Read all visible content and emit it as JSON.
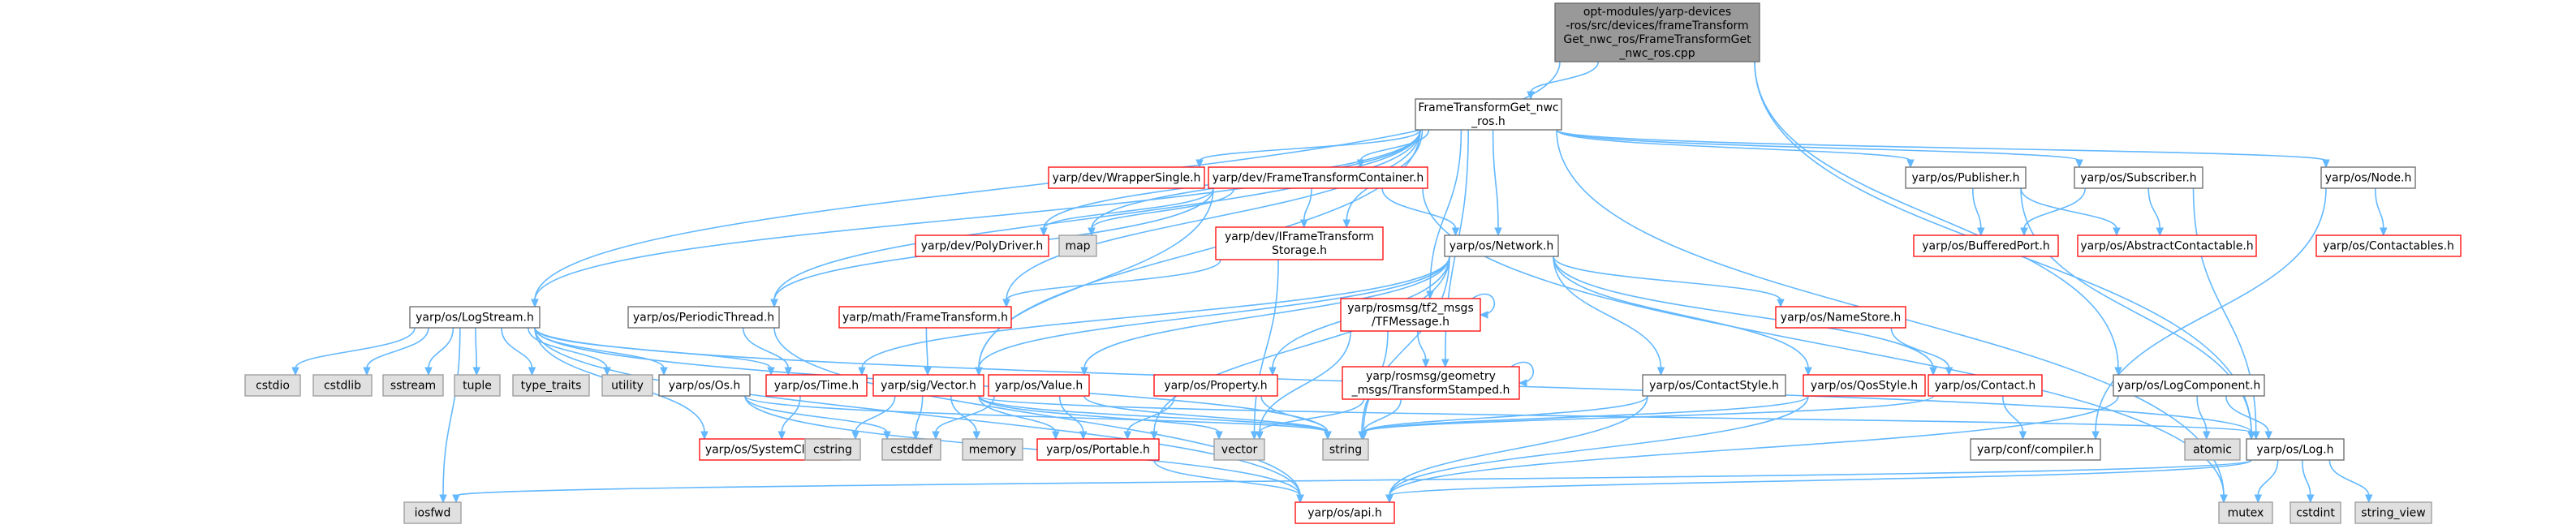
{
  "graph": {
    "nodes": [
      {
        "id": "root",
        "lines": [
          "opt-modules/yarp-devices",
          "-ros/src/devices/frameTransform",
          "Get_nwc_ros/FrameTransformGet",
          "_nwc_ros.cpp"
        ],
        "style": "root"
      },
      {
        "id": "ftget_h",
        "lines": [
          "FrameTransformGet_nwc",
          "_ros.h"
        ],
        "style": "white"
      },
      {
        "id": "wrappersingle",
        "lines": [
          "yarp/dev/WrapperSingle.h"
        ],
        "style": "red"
      },
      {
        "id": "ftcontainer",
        "lines": [
          "yarp/dev/FrameTransformContainer.h"
        ],
        "style": "red"
      },
      {
        "id": "publisher",
        "lines": [
          "yarp/os/Publisher.h"
        ],
        "style": "white"
      },
      {
        "id": "subscriber",
        "lines": [
          "yarp/os/Subscriber.h"
        ],
        "style": "white"
      },
      {
        "id": "node",
        "lines": [
          "yarp/os/Node.h"
        ],
        "style": "white"
      },
      {
        "id": "polydriver",
        "lines": [
          "yarp/dev/PolyDriver.h"
        ],
        "style": "red"
      },
      {
        "id": "map",
        "lines": [
          "map"
        ],
        "style": "gray"
      },
      {
        "id": "iftstorage",
        "lines": [
          "yarp/dev/IFrameTransform",
          "Storage.h"
        ],
        "style": "red"
      },
      {
        "id": "network",
        "lines": [
          "yarp/os/Network.h"
        ],
        "style": "white"
      },
      {
        "id": "bufferedport",
        "lines": [
          "yarp/os/BufferedPort.h"
        ],
        "style": "red"
      },
      {
        "id": "abstractcontactable",
        "lines": [
          "yarp/os/AbstractContactable.h"
        ],
        "style": "red"
      },
      {
        "id": "contactables",
        "lines": [
          "yarp/os/Contactables.h"
        ],
        "style": "red"
      },
      {
        "id": "logstream",
        "lines": [
          "yarp/os/LogStream.h"
        ],
        "style": "white"
      },
      {
        "id": "periodicthread",
        "lines": [
          "yarp/os/PeriodicThread.h"
        ],
        "style": "white"
      },
      {
        "id": "mathft",
        "lines": [
          "yarp/math/FrameTransform.h"
        ],
        "style": "red"
      },
      {
        "id": "tfmessage",
        "lines": [
          "yarp/rosmsg/tf2_msgs",
          "/TFMessage.h"
        ],
        "style": "red"
      },
      {
        "id": "namestore",
        "lines": [
          "yarp/os/NameStore.h"
        ],
        "style": "red"
      },
      {
        "id": "cstdio",
        "lines": [
          "cstdio"
        ],
        "style": "gray"
      },
      {
        "id": "cstdlib",
        "lines": [
          "cstdlib"
        ],
        "style": "gray"
      },
      {
        "id": "sstream",
        "lines": [
          "sstream"
        ],
        "style": "gray"
      },
      {
        "id": "tuple",
        "lines": [
          "tuple"
        ],
        "style": "gray"
      },
      {
        "id": "type_traits",
        "lines": [
          "type_traits"
        ],
        "style": "gray"
      },
      {
        "id": "utility",
        "lines": [
          "utility"
        ],
        "style": "gray"
      },
      {
        "id": "os_os",
        "lines": [
          "yarp/os/Os.h"
        ],
        "style": "white"
      },
      {
        "id": "time",
        "lines": [
          "yarp/os/Time.h"
        ],
        "style": "red"
      },
      {
        "id": "sigvector",
        "lines": [
          "yarp/sig/Vector.h"
        ],
        "style": "red"
      },
      {
        "id": "value",
        "lines": [
          "yarp/os/Value.h"
        ],
        "style": "red"
      },
      {
        "id": "property",
        "lines": [
          "yarp/os/Property.h"
        ],
        "style": "red"
      },
      {
        "id": "transformstamped",
        "lines": [
          "yarp/rosmsg/geometry",
          "_msgs/TransformStamped.h"
        ],
        "style": "red"
      },
      {
        "id": "contactstyle",
        "lines": [
          "yarp/os/ContactStyle.h"
        ],
        "style": "white"
      },
      {
        "id": "qosstyle",
        "lines": [
          "yarp/os/QosStyle.h"
        ],
        "style": "red"
      },
      {
        "id": "contact",
        "lines": [
          "yarp/os/Contact.h"
        ],
        "style": "red"
      },
      {
        "id": "logcomponent",
        "lines": [
          "yarp/os/LogComponent.h"
        ],
        "style": "white"
      },
      {
        "id": "systemclock",
        "lines": [
          "yarp/os/SystemClock.h"
        ],
        "style": "red"
      },
      {
        "id": "cstring",
        "lines": [
          "cstring"
        ],
        "style": "gray"
      },
      {
        "id": "cstddef",
        "lines": [
          "cstddef"
        ],
        "style": "gray"
      },
      {
        "id": "memory",
        "lines": [
          "memory"
        ],
        "style": "gray"
      },
      {
        "id": "portable",
        "lines": [
          "yarp/os/Portable.h"
        ],
        "style": "red"
      },
      {
        "id": "vector",
        "lines": [
          "vector"
        ],
        "style": "gray"
      },
      {
        "id": "string",
        "lines": [
          "string"
        ],
        "style": "gray"
      },
      {
        "id": "compiler",
        "lines": [
          "yarp/conf/compiler.h"
        ],
        "style": "white"
      },
      {
        "id": "atomic",
        "lines": [
          "atomic"
        ],
        "style": "gray"
      },
      {
        "id": "log",
        "lines": [
          "yarp/os/Log.h"
        ],
        "style": "white"
      },
      {
        "id": "iosfwd",
        "lines": [
          "iosfwd"
        ],
        "style": "gray"
      },
      {
        "id": "api",
        "lines": [
          "yarp/os/api.h"
        ],
        "style": "red"
      },
      {
        "id": "mutex",
        "lines": [
          "mutex"
        ],
        "style": "gray"
      },
      {
        "id": "cstdint",
        "lines": [
          "cstdint"
        ],
        "style": "gray"
      },
      {
        "id": "string_view",
        "lines": [
          "string_view"
        ],
        "style": "gray"
      }
    ],
    "edges": [
      [
        "root",
        "ftget_h"
      ],
      [
        "root",
        "logstream"
      ],
      [
        "root",
        "logcomponent"
      ],
      [
        "root",
        "log"
      ],
      [
        "ftget_h",
        "wrappersingle"
      ],
      [
        "ftget_h",
        "ftcontainer"
      ],
      [
        "ftget_h",
        "publisher"
      ],
      [
        "ftget_h",
        "subscriber"
      ],
      [
        "ftget_h",
        "node"
      ],
      [
        "ftget_h",
        "polydriver"
      ],
      [
        "ftget_h",
        "map"
      ],
      [
        "ftget_h",
        "iftstorage"
      ],
      [
        "ftget_h",
        "network"
      ],
      [
        "ftget_h",
        "periodicthread"
      ],
      [
        "ftget_h",
        "mathft"
      ],
      [
        "ftget_h",
        "tfmessage"
      ],
      [
        "ftget_h",
        "transformstamped"
      ],
      [
        "ftget_h",
        "sigvector"
      ],
      [
        "ftget_h",
        "mutex"
      ],
      [
        "ftget_h",
        "logstream"
      ],
      [
        "ftcontainer",
        "polydriver"
      ],
      [
        "ftcontainer",
        "map"
      ],
      [
        "ftcontainer",
        "iftstorage"
      ],
      [
        "ftcontainer",
        "network"
      ],
      [
        "ftcontainer",
        "periodicthread"
      ],
      [
        "ftcontainer",
        "sigvector"
      ],
      [
        "ftcontainer",
        "mutex"
      ],
      [
        "publisher",
        "bufferedport"
      ],
      [
        "publisher",
        "abstractcontactable"
      ],
      [
        "publisher",
        "log"
      ],
      [
        "subscriber",
        "bufferedport"
      ],
      [
        "subscriber",
        "abstractcontactable"
      ],
      [
        "subscriber",
        "log"
      ],
      [
        "node",
        "contactables"
      ],
      [
        "node",
        "compiler"
      ],
      [
        "iftstorage",
        "mathft"
      ],
      [
        "iftstorage",
        "vector"
      ],
      [
        "network",
        "time"
      ],
      [
        "network",
        "value"
      ],
      [
        "network",
        "property"
      ],
      [
        "network",
        "contactstyle"
      ],
      [
        "network",
        "qosstyle"
      ],
      [
        "network",
        "contact"
      ],
      [
        "network",
        "namestore"
      ],
      [
        "network",
        "portable"
      ],
      [
        "network",
        "string"
      ],
      [
        "network",
        "sigvector"
      ],
      [
        "logstream",
        "cstdio"
      ],
      [
        "logstream",
        "cstdlib"
      ],
      [
        "logstream",
        "sstream"
      ],
      [
        "logstream",
        "tuple"
      ],
      [
        "logstream",
        "type_traits"
      ],
      [
        "logstream",
        "utility"
      ],
      [
        "logstream",
        "os_os"
      ],
      [
        "logstream",
        "time"
      ],
      [
        "logstream",
        "systemclock"
      ],
      [
        "logstream",
        "api"
      ],
      [
        "logstream",
        "iosfwd"
      ],
      [
        "logstream",
        "string"
      ],
      [
        "logstream",
        "log"
      ],
      [
        "periodicthread",
        "time"
      ],
      [
        "periodicthread",
        "api"
      ],
      [
        "mathft",
        "sigvector"
      ],
      [
        "tfmessage",
        "tfmessage"
      ],
      [
        "tfmessage",
        "transformstamped"
      ],
      [
        "tfmessage",
        "vector"
      ],
      [
        "tfmessage",
        "string"
      ],
      [
        "transformstamped",
        "transformstamped"
      ],
      [
        "transformstamped",
        "vector"
      ],
      [
        "transformstamped",
        "string"
      ],
      [
        "namestore",
        "contact"
      ],
      [
        "os_os",
        "cstddef"
      ],
      [
        "os_os",
        "string"
      ],
      [
        "os_os",
        "api"
      ],
      [
        "time",
        "systemclock"
      ],
      [
        "sigvector",
        "cstring"
      ],
      [
        "sigvector",
        "cstddef"
      ],
      [
        "sigvector",
        "memory"
      ],
      [
        "sigvector",
        "portable"
      ],
      [
        "sigvector",
        "vector"
      ],
      [
        "sigvector",
        "string"
      ],
      [
        "sigvector",
        "log"
      ],
      [
        "value",
        "cstddef"
      ],
      [
        "value",
        "portable"
      ],
      [
        "value",
        "string"
      ],
      [
        "property",
        "portable"
      ],
      [
        "property",
        "string"
      ],
      [
        "contactstyle",
        "string"
      ],
      [
        "contactstyle",
        "api"
      ],
      [
        "qosstyle",
        "string"
      ],
      [
        "qosstyle",
        "api"
      ],
      [
        "contact",
        "compiler"
      ],
      [
        "contact",
        "string"
      ],
      [
        "portable",
        "api"
      ],
      [
        "logcomponent",
        "atomic"
      ],
      [
        "logcomponent",
        "log"
      ],
      [
        "logcomponent",
        "api"
      ],
      [
        "log",
        "iosfwd"
      ],
      [
        "log",
        "api"
      ],
      [
        "log",
        "mutex"
      ],
      [
        "log",
        "cstdint"
      ],
      [
        "log",
        "string_view"
      ]
    ]
  }
}
